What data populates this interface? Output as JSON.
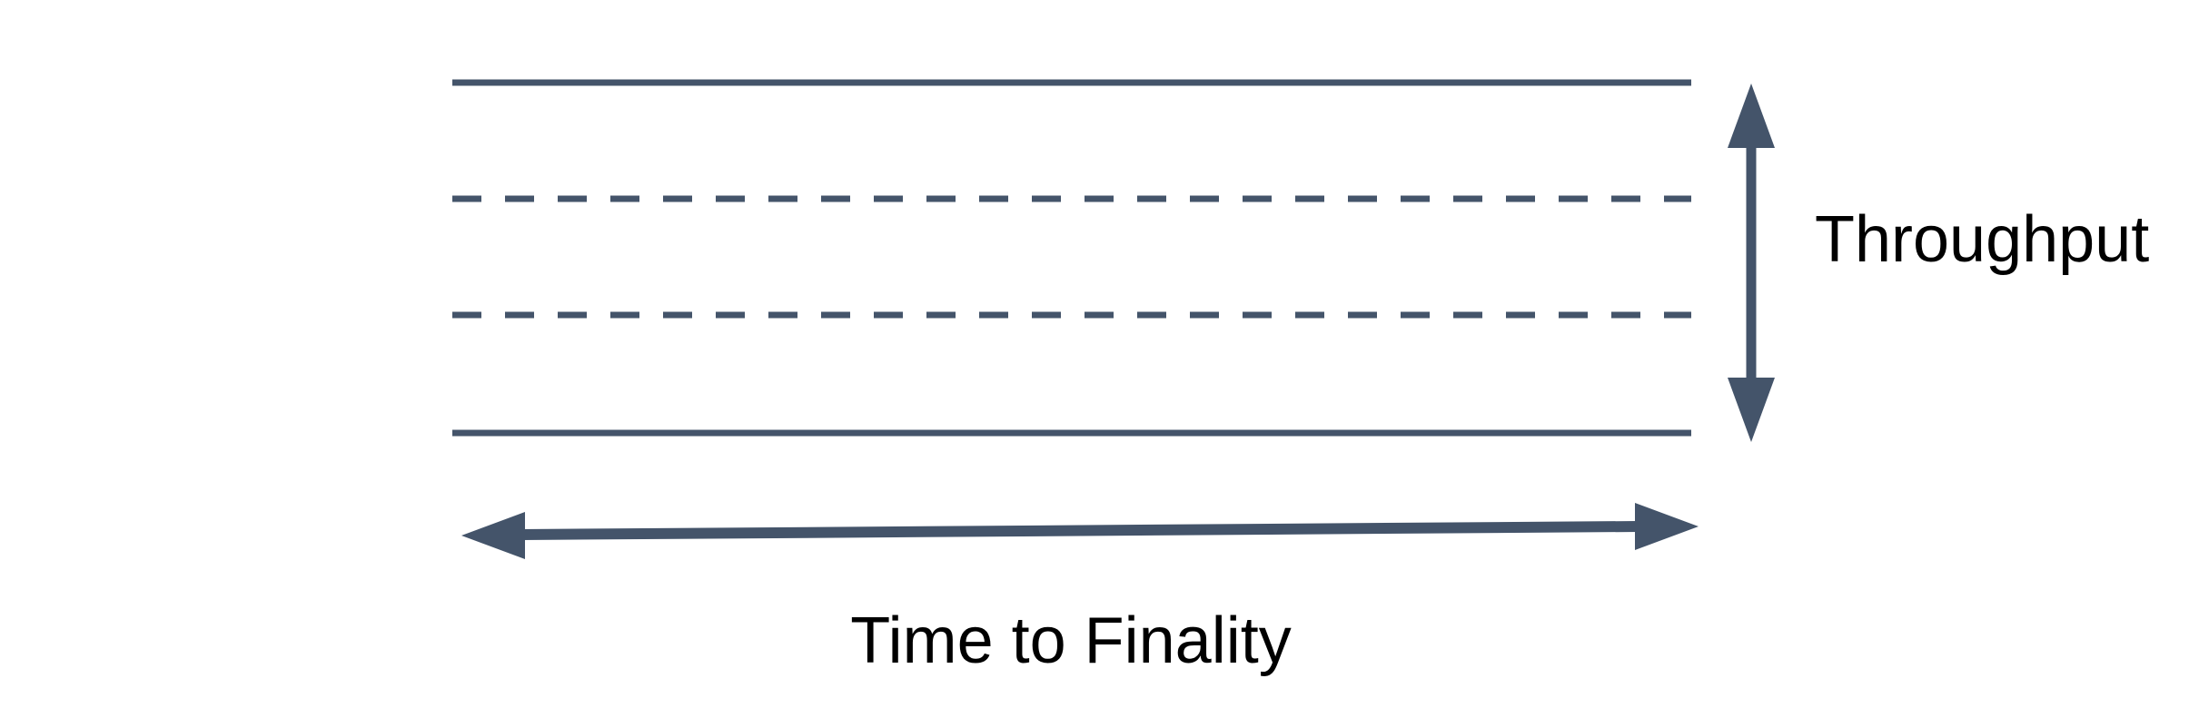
{
  "diagram": {
    "background_color": "#ffffff",
    "shape_color": "#44546a",
    "text_color": "#000000",
    "band_lines": [
      {
        "position": "top",
        "style": "solid"
      },
      {
        "position": "upper-middle",
        "style": "dashed"
      },
      {
        "position": "lower-middle",
        "style": "dashed"
      },
      {
        "position": "bottom",
        "style": "solid"
      }
    ],
    "vertical_axis": {
      "label": "Throughput",
      "arrow": "double-headed-vertical"
    },
    "horizontal_axis": {
      "label": "Time to Finality",
      "arrow": "double-headed-horizontal"
    }
  }
}
